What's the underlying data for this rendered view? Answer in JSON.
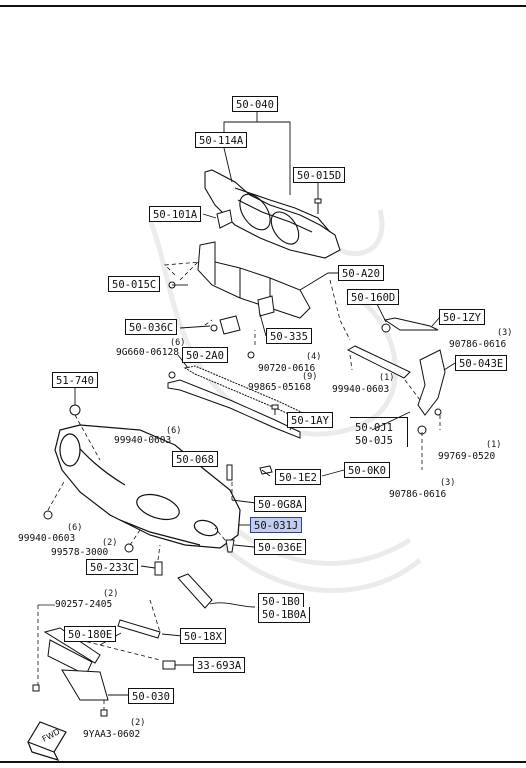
{
  "labels": {
    "l_50_040": "50-040",
    "l_50_114a": "50-114A",
    "l_50_015d": "50-015D",
    "l_50_101a": "50-101A",
    "l_50_a20": "50-A20",
    "l_50_015c": "50-015C",
    "l_50_160d": "50-160D",
    "l_50_1zy": "50-1ZY",
    "l_50_036c": "50-036C",
    "l_50_335": "50-335",
    "l_50_2a0": "50-2A0",
    "l_50_043e": "50-043E",
    "l_51_740": "51-740",
    "l_50_1ay": "50-1AY",
    "l_50_068": "50-068",
    "l_50_1e2": "50-1E2",
    "l_50_0k0": "50-0K0",
    "l_50_0g8a": "50-0G8A",
    "l_50_031j": "50-031J",
    "l_50_036e": "50-036E",
    "l_50_233c": "50-233C",
    "l_50_1b0": "50-1B0",
    "l_50_1b0a": "50-1B0A",
    "l_50_180e": "50-180E",
    "l_50_18x": "50-18X",
    "l_33_693a": "33-693A",
    "l_50_030": "50-030"
  },
  "plain_labels": {
    "l_50_0j1": "50-0J1",
    "l_50_0j5": "50-0J5"
  },
  "part_numbers": {
    "p_9g660": "9G660-06128",
    "p_90720": "90720-0616",
    "p_90786a": "90786-0616",
    "p_99865": "99865-05168",
    "p_99940a": "99940-0603",
    "p_99940b": "99940-0603",
    "p_99769": "99769-0520",
    "p_90786b": "90786-0616",
    "p_99940c": "99940-0603",
    "p_99578": "99578-3000",
    "p_90257": "90257-2405",
    "p_9yaa3": "9YAA3-0602"
  },
  "quantities": {
    "q_9g660": "(6)",
    "q_90720": "(4)",
    "q_90786a": "(3)",
    "q_99865": "(9)",
    "q_99940a": "(1)",
    "q_99940b": "(6)",
    "q_99769": "(1)",
    "q_90786b": "(3)",
    "q_99940c": "(6)",
    "q_99578": "(2)",
    "q_90257": "(2)",
    "q_9yaa3": "(2)"
  },
  "direction_marker": "FWD",
  "highlighted_part": "50-031J",
  "colors": {
    "highlight": "#c4cdf0",
    "ink": "#111111",
    "watermark": "#e2e2e2"
  }
}
